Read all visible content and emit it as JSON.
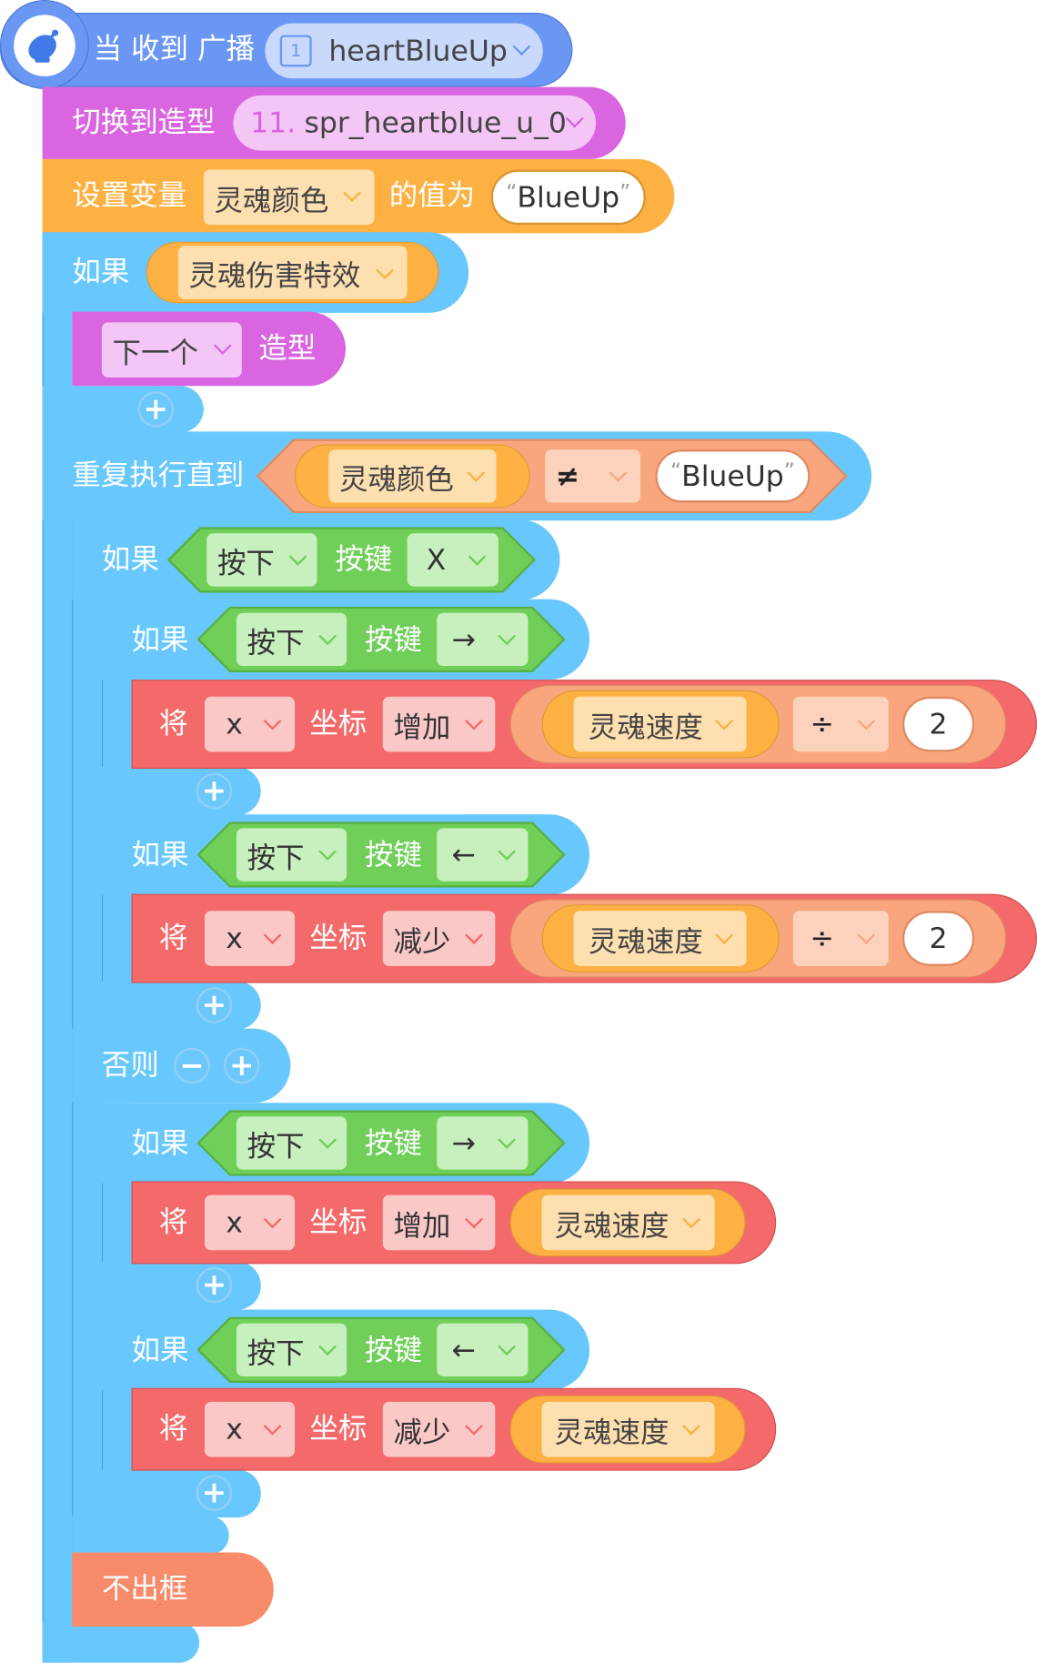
{
  "hat": {
    "label": "当 收到 广播",
    "message_icon_number": "1",
    "message": "heartBlueUp",
    "color": "#6a97f4"
  },
  "switch_costume": {
    "label": "切换到造型",
    "costume_number": "11.",
    "costume_name": "spr_heartblue_u_0",
    "color": "#d965e0"
  },
  "set_var": {
    "label": "设置变量",
    "variable": "灵魂颜色",
    "to_label": "的值为",
    "value": "BlueUp",
    "color": "#fdb143"
  },
  "if_damage": {
    "label": "如果",
    "condition_var": "灵魂伤害特效",
    "color": "#68c8fd"
  },
  "next_costume": {
    "option": "下一个",
    "label": "造型"
  },
  "repeat_until": {
    "label": "重复执行直到",
    "left_var": "灵魂颜色",
    "operator": "≠",
    "right_value": "BlueUp",
    "operator_color": "#f9a67f"
  },
  "if_x": {
    "label": "如果",
    "press": "按下",
    "key_label": "按键",
    "key": "X",
    "else_label": "否则",
    "sensing_color": "#6fcf59"
  },
  "keys": {
    "right": "→",
    "left": "←"
  },
  "motion": {
    "set_label": "将",
    "axis": "x",
    "coord_label": "坐标",
    "increase": "增加",
    "decrease": "减少",
    "speed_var": "灵魂速度",
    "divide": "÷",
    "divisor": "2",
    "color": "#f46a6a"
  },
  "keep_in_bounds": {
    "label": "不出框",
    "color": "#f88b6a"
  },
  "plus_symbol": "+",
  "minus_symbol": "−"
}
